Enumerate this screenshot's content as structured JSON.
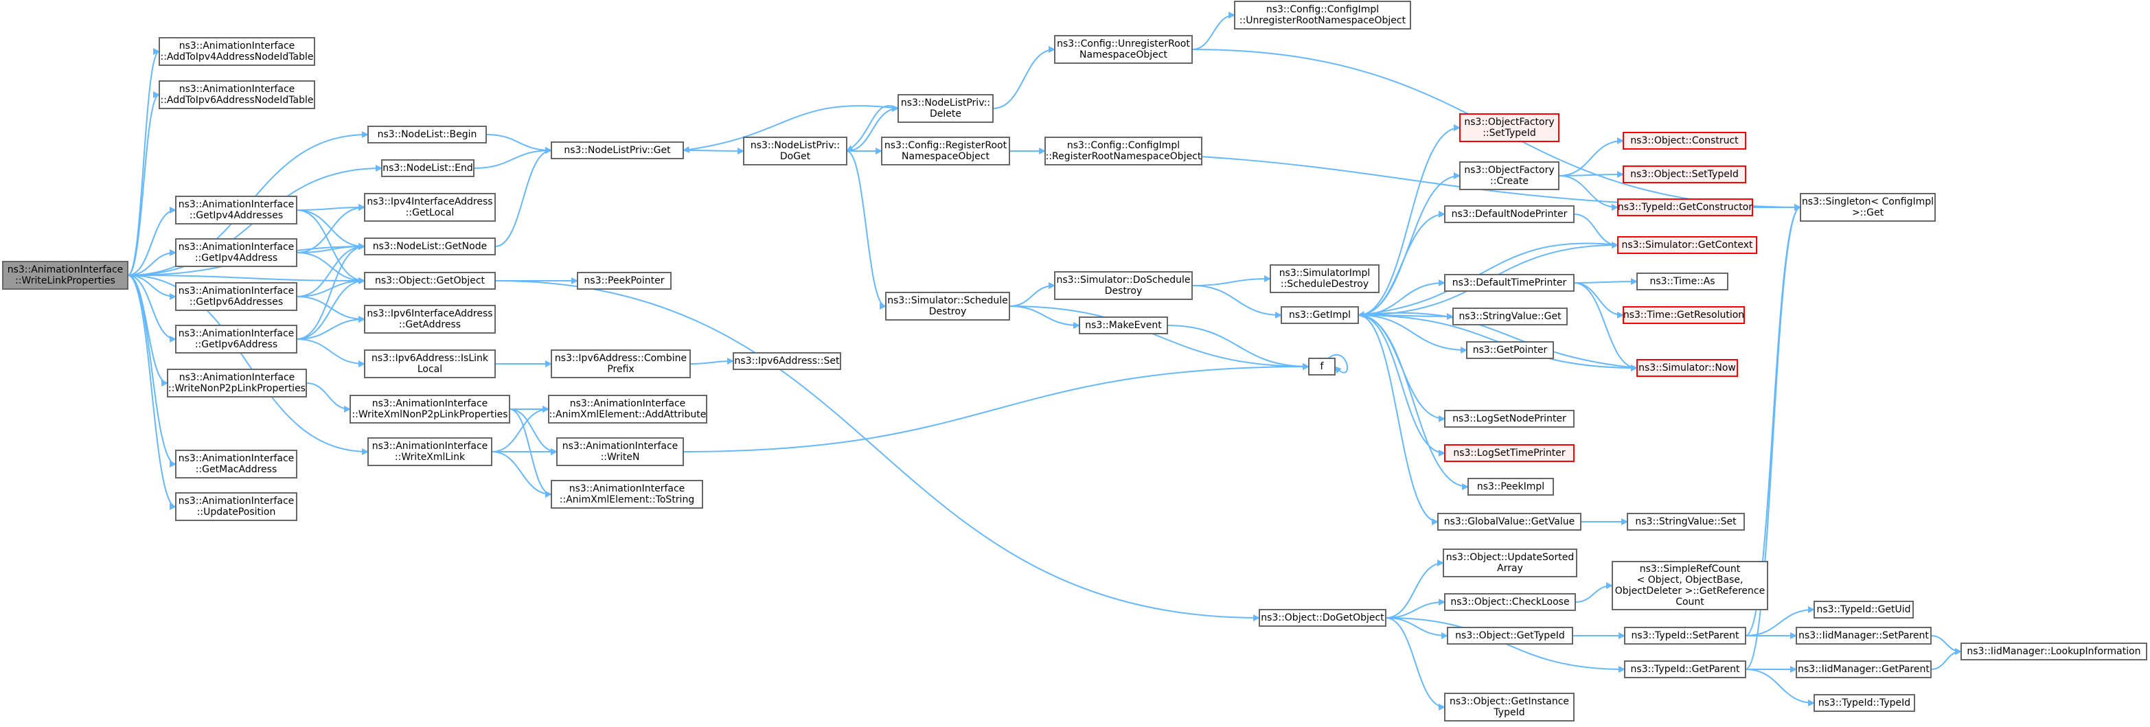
{
  "nodes": [
    {
      "id": "root",
      "lines": [
        "ns3::AnimationInterface",
        "::WriteLinkProperties"
      ],
      "style": "root"
    },
    {
      "id": "addv4",
      "lines": [
        "ns3::AnimationInterface",
        "::AddToIpv4AddressNodeIdTable"
      ]
    },
    {
      "id": "addv6",
      "lines": [
        "ns3::AnimationInterface",
        "::AddToIpv6AddressNodeIdTable"
      ]
    },
    {
      "id": "nlbegin",
      "lines": [
        "ns3::NodeList::Begin"
      ]
    },
    {
      "id": "nlend",
      "lines": [
        "ns3::NodeList::End"
      ]
    },
    {
      "id": "getv4addrs",
      "lines": [
        "ns3::AnimationInterface",
        "::GetIpv4Addresses"
      ]
    },
    {
      "id": "getv4addr",
      "lines": [
        "ns3::AnimationInterface",
        "::GetIpv4Address"
      ]
    },
    {
      "id": "getv6addrs",
      "lines": [
        "ns3::AnimationInterface",
        "::GetIpv6Addresses"
      ]
    },
    {
      "id": "getv6addr",
      "lines": [
        "ns3::AnimationInterface",
        "::GetIpv6Address"
      ]
    },
    {
      "id": "writenonp2p",
      "lines": [
        "ns3::AnimationInterface",
        "::WriteNonP2pLinkProperties"
      ]
    },
    {
      "id": "getmac",
      "lines": [
        "ns3::AnimationInterface",
        "::GetMacAddress"
      ]
    },
    {
      "id": "updatepos",
      "lines": [
        "ns3::AnimationInterface",
        "::UpdatePosition"
      ]
    },
    {
      "id": "v4getlocal",
      "lines": [
        "ns3::Ipv4InterfaceAddress",
        "::GetLocal"
      ]
    },
    {
      "id": "nlgetnode",
      "lines": [
        "ns3::NodeList::GetNode"
      ]
    },
    {
      "id": "objgetobject",
      "lines": [
        "ns3::Object::GetObject"
      ]
    },
    {
      "id": "v6getaddr",
      "lines": [
        "ns3::Ipv6InterfaceAddress",
        "::GetAddress"
      ]
    },
    {
      "id": "v6islink",
      "lines": [
        "ns3::Ipv6Address::IsLink",
        "Local"
      ]
    },
    {
      "id": "writexmlnonp2p",
      "lines": [
        "ns3::AnimationInterface",
        "::WriteXmlNonP2pLinkProperties"
      ]
    },
    {
      "id": "writexmllink",
      "lines": [
        "ns3::AnimationInterface",
        "::WriteXmlLink"
      ]
    },
    {
      "id": "nlpget",
      "lines": [
        "ns3::NodeListPriv::Get"
      ]
    },
    {
      "id": "peekpointer",
      "lines": [
        "ns3::PeekPointer"
      ]
    },
    {
      "id": "v6combine",
      "lines": [
        "ns3::Ipv6Address::Combine",
        "Prefix"
      ]
    },
    {
      "id": "addattr",
      "lines": [
        "ns3::AnimationInterface",
        "::AnimXmlElement::AddAttribute"
      ]
    },
    {
      "id": "writen",
      "lines": [
        "ns3::AnimationInterface",
        "::WriteN"
      ]
    },
    {
      "id": "tostring",
      "lines": [
        "ns3::AnimationInterface",
        "::AnimXmlElement::ToString"
      ]
    },
    {
      "id": "nlpdoget",
      "lines": [
        "ns3::NodeListPriv::",
        "DoGet"
      ]
    },
    {
      "id": "v6set",
      "lines": [
        "ns3::Ipv6Address::Set"
      ]
    },
    {
      "id": "nlpdelete",
      "lines": [
        "ns3::NodeListPriv::",
        "Delete"
      ]
    },
    {
      "id": "cfgreg",
      "lines": [
        "ns3::Config::RegisterRoot",
        "NamespaceObject"
      ]
    },
    {
      "id": "simsched",
      "lines": [
        "ns3::Simulator::Schedule",
        "Destroy"
      ]
    },
    {
      "id": "cfgunreg",
      "lines": [
        "ns3::Config::UnregisterRoot",
        "NamespaceObject"
      ]
    },
    {
      "id": "cfgimplreg",
      "lines": [
        "ns3::Config::ConfigImpl",
        "::RegisterRootNamespaceObject"
      ]
    },
    {
      "id": "cfgimplunreg",
      "lines": [
        "ns3::Config::ConfigImpl",
        "::UnregisterRootNamespaceObject"
      ]
    },
    {
      "id": "simdosched",
      "lines": [
        "ns3::Simulator::DoSchedule",
        "Destroy"
      ]
    },
    {
      "id": "makeevent",
      "lines": [
        "ns3::MakeEvent"
      ]
    },
    {
      "id": "objdoget",
      "lines": [
        "ns3::Object::DoGetObject"
      ]
    },
    {
      "id": "simimplsched",
      "lines": [
        "ns3::SimulatorImpl",
        "::ScheduleDestroy"
      ]
    },
    {
      "id": "getimpl",
      "lines": [
        "ns3::GetImpl"
      ]
    },
    {
      "id": "f",
      "lines": [
        "f"
      ]
    },
    {
      "id": "ofsettype",
      "lines": [
        "ns3::ObjectFactory",
        "::SetTypeId"
      ],
      "style": "red"
    },
    {
      "id": "ofcreate",
      "lines": [
        "ns3::ObjectFactory",
        "::Create"
      ]
    },
    {
      "id": "defnodeprinter",
      "lines": [
        "ns3::DefaultNodePrinter"
      ]
    },
    {
      "id": "deftimeprinter",
      "lines": [
        "ns3::DefaultTimePrinter"
      ]
    },
    {
      "id": "strget",
      "lines": [
        "ns3::StringValue::Get"
      ]
    },
    {
      "id": "getpointer",
      "lines": [
        "ns3::GetPointer"
      ]
    },
    {
      "id": "logsetnode",
      "lines": [
        "ns3::LogSetNodePrinter"
      ]
    },
    {
      "id": "logsettime",
      "lines": [
        "ns3::LogSetTimePrinter"
      ],
      "style": "red"
    },
    {
      "id": "peekimpl",
      "lines": [
        "ns3::PeekImpl"
      ]
    },
    {
      "id": "gvgetvalue",
      "lines": [
        "ns3::GlobalValue::GetValue"
      ]
    },
    {
      "id": "objconstruct",
      "lines": [
        "ns3::Object::Construct"
      ],
      "style": "red"
    },
    {
      "id": "objsettypeid",
      "lines": [
        "ns3::Object::SetTypeId"
      ],
      "style": "red"
    },
    {
      "id": "tidgetctor",
      "lines": [
        "ns3::TypeId::GetConstructor"
      ],
      "style": "red"
    },
    {
      "id": "simgetctx",
      "lines": [
        "ns3::Simulator::GetContext"
      ],
      "style": "red"
    },
    {
      "id": "timeas",
      "lines": [
        "ns3::Time::As"
      ]
    },
    {
      "id": "timegetres",
      "lines": [
        "ns3::Time::GetResolution"
      ],
      "style": "red"
    },
    {
      "id": "simnow",
      "lines": [
        "ns3::Simulator::Now"
      ],
      "style": "red"
    },
    {
      "id": "strset",
      "lines": [
        "ns3::StringValue::Set"
      ]
    },
    {
      "id": "singleton",
      "lines": [
        "ns3::Singleton< ConfigImpl",
        ">::Get"
      ]
    },
    {
      "id": "objupdsorted",
      "lines": [
        "ns3::Object::UpdateSorted",
        "Array"
      ]
    },
    {
      "id": "objcheckloose",
      "lines": [
        "ns3::Object::CheckLoose"
      ]
    },
    {
      "id": "objgettypeid",
      "lines": [
        "ns3::Object::GetTypeId"
      ]
    },
    {
      "id": "objgetinst",
      "lines": [
        "ns3::Object::GetInstance",
        "TypeId"
      ]
    },
    {
      "id": "simplerefcount",
      "lines": [
        "ns3::SimpleRefCount",
        "< Object, ObjectBase,",
        "ObjectDeleter >::GetReference",
        "Count"
      ]
    },
    {
      "id": "tidsetparent",
      "lines": [
        "ns3::TypeId::SetParent"
      ]
    },
    {
      "id": "tidgetparent",
      "lines": [
        "ns3::TypeId::GetParent"
      ]
    },
    {
      "id": "tidgetuid",
      "lines": [
        "ns3::TypeId::GetUid"
      ]
    },
    {
      "id": "iidsetparent",
      "lines": [
        "ns3::IidManager::SetParent"
      ]
    },
    {
      "id": "iidgetparent",
      "lines": [
        "ns3::IidManager::GetParent"
      ]
    },
    {
      "id": "tidtypeid",
      "lines": [
        "ns3::TypeId::TypeId"
      ]
    },
    {
      "id": "iidlookup",
      "lines": [
        "ns3::IidManager::LookupInformation"
      ]
    }
  ],
  "edges": [
    [
      "root",
      "addv4"
    ],
    [
      "root",
      "addv6"
    ],
    [
      "root",
      "nlbegin"
    ],
    [
      "root",
      "nlend"
    ],
    [
      "root",
      "getv4addrs"
    ],
    [
      "root",
      "getv4addr"
    ],
    [
      "root",
      "getv6addrs"
    ],
    [
      "root",
      "getv6addr"
    ],
    [
      "root",
      "writenonp2p"
    ],
    [
      "root",
      "getmac"
    ],
    [
      "root",
      "updatepos"
    ],
    [
      "root",
      "nlgetnode"
    ],
    [
      "root",
      "objgetobject"
    ],
    [
      "root",
      "writexmllink"
    ],
    [
      "nlbegin",
      "nlpget"
    ],
    [
      "nlend",
      "nlpget"
    ],
    [
      "getv4addrs",
      "v4getlocal"
    ],
    [
      "getv4addrs",
      "nlgetnode"
    ],
    [
      "getv4addrs",
      "objgetobject"
    ],
    [
      "getv4addr",
      "v4getlocal"
    ],
    [
      "getv4addr",
      "nlgetnode"
    ],
    [
      "getv4addr",
      "objgetobject"
    ],
    [
      "getv6addrs",
      "v6getaddr"
    ],
    [
      "getv6addrs",
      "nlgetnode"
    ],
    [
      "getv6addrs",
      "objgetobject"
    ],
    [
      "getv6addr",
      "v6getaddr"
    ],
    [
      "getv6addr",
      "nlgetnode"
    ],
    [
      "getv6addr",
      "objgetobject"
    ],
    [
      "getv6addr",
      "v6islink"
    ],
    [
      "writenonp2p",
      "writexmlnonp2p"
    ],
    [
      "writexmlnonp2p",
      "addattr"
    ],
    [
      "writexmlnonp2p",
      "writen"
    ],
    [
      "writexmlnonp2p",
      "tostring"
    ],
    [
      "writexmllink",
      "addattr"
    ],
    [
      "writexmllink",
      "writen"
    ],
    [
      "writexmllink",
      "tostring"
    ],
    [
      "nlgetnode",
      "nlpget"
    ],
    [
      "objgetobject",
      "peekpointer"
    ],
    [
      "objgetobject",
      "objdoget"
    ],
    [
      "v6islink",
      "v6combine"
    ],
    [
      "v6combine",
      "v6set"
    ],
    [
      "writen",
      "f"
    ],
    [
      "nlpget",
      "nlpdoget"
    ],
    [
      "nlpdoget",
      "nlpdelete"
    ],
    [
      "nlpdoget",
      "cfgreg"
    ],
    [
      "nlpdoget",
      "simsched"
    ],
    [
      "nlpdelete",
      "nlpget"
    ],
    [
      "nlpdelete",
      "nlpdoget"
    ],
    [
      "nlpdelete",
      "cfgunreg"
    ],
    [
      "cfgreg",
      "cfgimplreg"
    ],
    [
      "cfgreg",
      "singleton"
    ],
    [
      "cfgunreg",
      "cfgimplunreg"
    ],
    [
      "cfgunreg",
      "singleton"
    ],
    [
      "simsched",
      "simdosched"
    ],
    [
      "simsched",
      "makeevent"
    ],
    [
      "simsched",
      "f"
    ],
    [
      "simdosched",
      "simimplsched"
    ],
    [
      "simdosched",
      "getimpl"
    ],
    [
      "makeevent",
      "f"
    ],
    [
      "f",
      "f"
    ],
    [
      "getimpl",
      "ofsettype"
    ],
    [
      "getimpl",
      "ofcreate"
    ],
    [
      "getimpl",
      "defnodeprinter"
    ],
    [
      "getimpl",
      "deftimeprinter"
    ],
    [
      "getimpl",
      "strget"
    ],
    [
      "getimpl",
      "getpointer"
    ],
    [
      "getimpl",
      "logsetnode"
    ],
    [
      "getimpl",
      "logsettime"
    ],
    [
      "getimpl",
      "peekimpl"
    ],
    [
      "getimpl",
      "gvgetvalue"
    ],
    [
      "getimpl",
      "simgetctx"
    ],
    [
      "getimpl",
      "simnow"
    ],
    [
      "ofcreate",
      "objconstruct"
    ],
    [
      "ofcreate",
      "objsettypeid"
    ],
    [
      "ofcreate",
      "tidgetctor"
    ],
    [
      "tidgetctor",
      "singleton"
    ],
    [
      "defnodeprinter",
      "simgetctx"
    ],
    [
      "simgetctx",
      "getimpl"
    ],
    [
      "deftimeprinter",
      "timeas"
    ],
    [
      "deftimeprinter",
      "timegetres"
    ],
    [
      "deftimeprinter",
      "simnow"
    ],
    [
      "simnow",
      "getimpl"
    ],
    [
      "gvgetvalue",
      "strset"
    ],
    [
      "objdoget",
      "objupdsorted"
    ],
    [
      "objdoget",
      "objcheckloose"
    ],
    [
      "objdoget",
      "objgettypeid"
    ],
    [
      "objdoget",
      "objgetinst"
    ],
    [
      "objdoget",
      "tidgetparent"
    ],
    [
      "objcheckloose",
      "simplerefcount"
    ],
    [
      "objgettypeid",
      "tidsetparent"
    ],
    [
      "tidsetparent",
      "tidgetuid"
    ],
    [
      "tidsetparent",
      "iidsetparent"
    ],
    [
      "tidsetparent",
      "singleton"
    ],
    [
      "tidgetparent",
      "iidgetparent"
    ],
    [
      "tidgetparent",
      "tidtypeid"
    ],
    [
      "tidgetparent",
      "singleton"
    ],
    [
      "iidsetparent",
      "iidlookup"
    ],
    [
      "iidgetparent",
      "iidlookup"
    ]
  ]
}
